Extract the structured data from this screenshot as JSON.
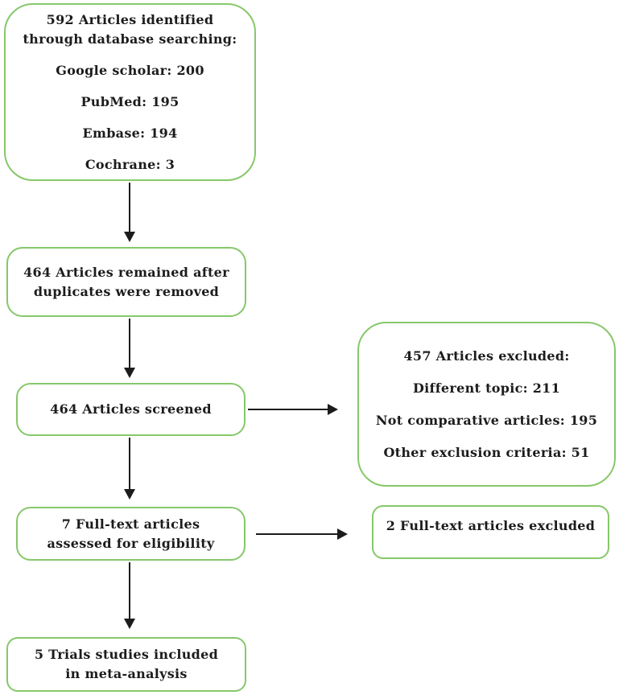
{
  "colors": {
    "box_border": "#86c86a",
    "arrow": "#1c1c1c",
    "text": "#1c1c1c",
    "background": "#ffffff"
  },
  "boxes": {
    "identified": {
      "title_line1": "592 Articles identified",
      "title_line2": "through database searching:",
      "sources": [
        "Google scholar: 200",
        "PubMed: 195",
        "Embase: 194",
        "Cochrane: 3"
      ]
    },
    "deduplicated": {
      "line1": "464 Articles remained after",
      "line2": "duplicates were removed"
    },
    "screened": {
      "line1": "464 Articles screened"
    },
    "excluded_screening": {
      "title": "457 Articles excluded:",
      "reasons": [
        "Different topic: 211",
        "Not comparative articles: 195",
        "Other exclusion criteria: 51"
      ]
    },
    "fulltext_assessed": {
      "line1": "7 Full-text articles",
      "line2": "assessed for eligibility"
    },
    "fulltext_excluded": {
      "line1": "2 Full-text articles excluded"
    },
    "included": {
      "line1": "5 Trials studies included",
      "line2": "in meta-analysis"
    }
  }
}
